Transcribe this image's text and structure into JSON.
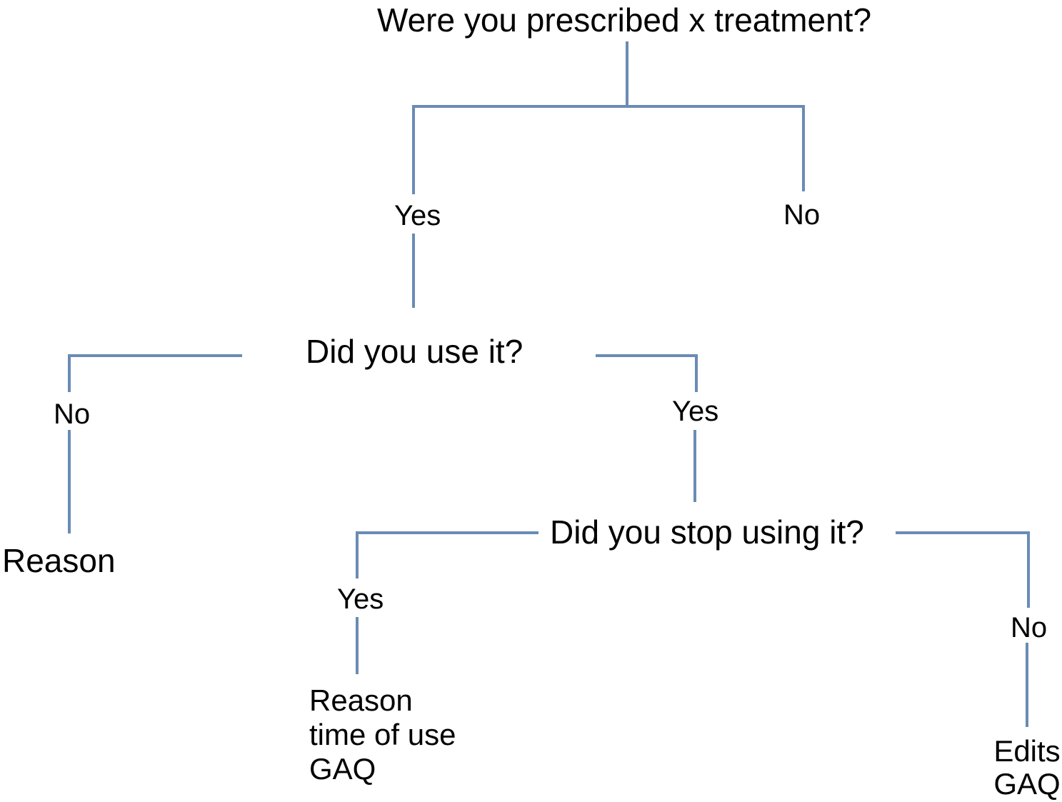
{
  "colors": {
    "line": "#6a8bb5",
    "text": "#000000",
    "background": "#ffffff"
  },
  "flowchart": {
    "root": {
      "question": "Were you prescribed x treatment?",
      "yes_label": "Yes",
      "no_label": "No"
    },
    "use": {
      "question": "Did you use it?",
      "no_label": "No",
      "yes_label": "Yes"
    },
    "use_no_outcome": "Reason",
    "stop": {
      "question": "Did you stop using it?",
      "yes_label": "Yes",
      "no_label": "No"
    },
    "stop_yes_outcome": {
      "line1": "Reason",
      "line2": "time of use",
      "line3": "GAQ"
    },
    "stop_no_outcome": {
      "line1": "Edits",
      "line2": "GAQ"
    }
  }
}
